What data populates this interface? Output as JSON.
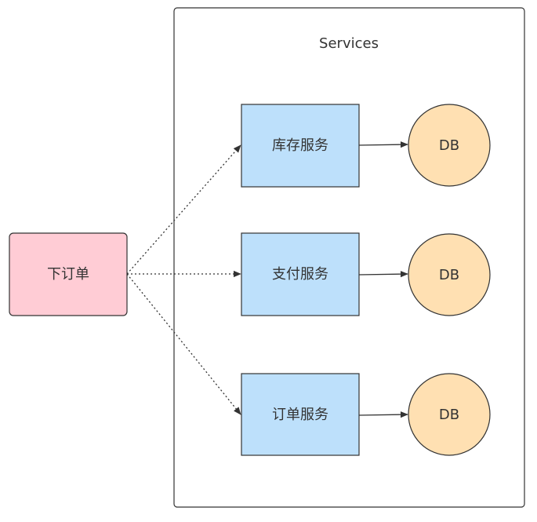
{
  "group": {
    "label": "Services"
  },
  "client": {
    "label": "下订单",
    "fill": "#ffccd5",
    "stroke": "#333333"
  },
  "services": [
    {
      "label": "库存服务",
      "db_label": "DB"
    },
    {
      "label": "支付服务",
      "db_label": "DB"
    },
    {
      "label": "订单服务",
      "db_label": "DB"
    }
  ],
  "colors": {
    "service_fill": "#bde0fb",
    "db_fill": "#ffe0b2",
    "stroke": "#333333",
    "group_stroke": "#333333"
  }
}
